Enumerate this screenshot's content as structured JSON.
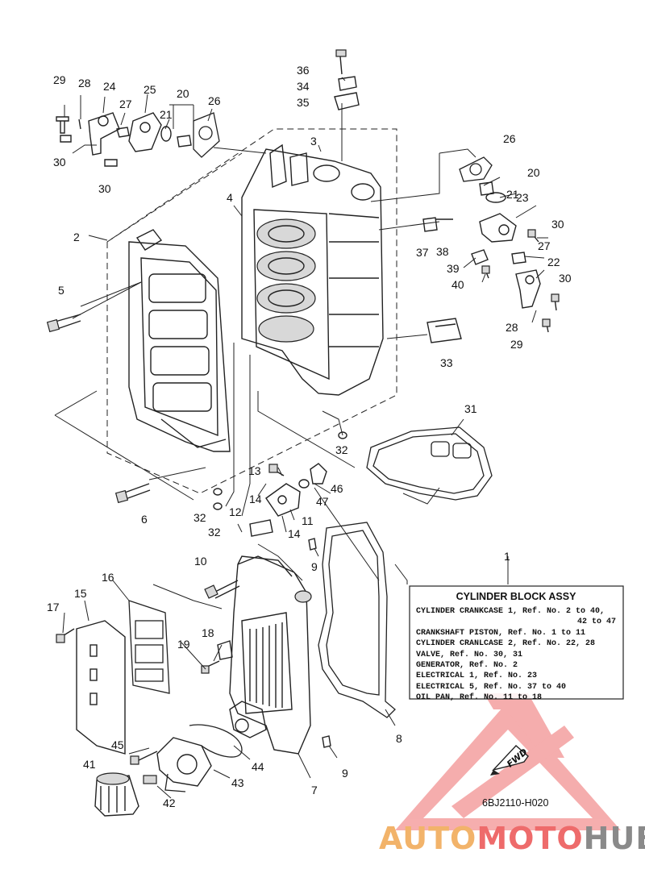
{
  "callouts": [
    {
      "n": "36"
    },
    {
      "n": "34"
    },
    {
      "n": "35"
    },
    {
      "n": "3"
    },
    {
      "n": "29"
    },
    {
      "n": "28"
    },
    {
      "n": "24"
    },
    {
      "n": "25"
    },
    {
      "n": "20"
    },
    {
      "n": "27"
    },
    {
      "n": "21"
    },
    {
      "n": "26"
    },
    {
      "n": "30"
    },
    {
      "n": "30"
    },
    {
      "n": "4"
    },
    {
      "n": "2"
    },
    {
      "n": "5"
    },
    {
      "n": "26"
    },
    {
      "n": "20"
    },
    {
      "n": "21"
    },
    {
      "n": "23"
    },
    {
      "n": "30"
    },
    {
      "n": "37"
    },
    {
      "n": "38"
    },
    {
      "n": "27"
    },
    {
      "n": "39"
    },
    {
      "n": "22"
    },
    {
      "n": "40"
    },
    {
      "n": "30"
    },
    {
      "n": "28"
    },
    {
      "n": "29"
    },
    {
      "n": "33"
    },
    {
      "n": "31"
    },
    {
      "n": "32"
    },
    {
      "n": "13"
    },
    {
      "n": "46"
    },
    {
      "n": "6"
    },
    {
      "n": "14"
    },
    {
      "n": "47"
    },
    {
      "n": "32"
    },
    {
      "n": "12"
    },
    {
      "n": "11"
    },
    {
      "n": "32"
    },
    {
      "n": "14"
    },
    {
      "n": "1"
    },
    {
      "n": "10"
    },
    {
      "n": "9"
    },
    {
      "n": "16"
    },
    {
      "n": "15"
    },
    {
      "n": "17"
    },
    {
      "n": "18"
    },
    {
      "n": "19"
    },
    {
      "n": "45"
    },
    {
      "n": "41"
    },
    {
      "n": "44"
    },
    {
      "n": "43"
    },
    {
      "n": "42"
    },
    {
      "n": "8"
    },
    {
      "n": "9"
    },
    {
      "n": "7"
    }
  ],
  "note": {
    "title": "CYLINDER BLOCK ASSY",
    "lines": [
      "CYLINDER CRANKCASE 1, Ref. No. 2 to 40,",
      "42 to 47",
      "CRANKSHAFT PISTON, Ref. No. 1 to 11",
      "CYLINDER CRANLCASE 2, Ref. No. 22, 28",
      "VALVE, Ref. No. 30, 31",
      "GENERATOR, Ref. No. 2",
      "ELECTRICAL 1, Ref. No. 23",
      "ELECTRICAL 5, Ref. No. 37 to 40",
      "OIL PAN, Ref. No. 11 to 18"
    ]
  },
  "fwd_label": "FWD",
  "diagram_code": "6BJ2110-H020",
  "watermark": {
    "part1": "AUTO",
    "part2": "MOTO",
    "part3": "HUB",
    "color_orange": "#f2b36a",
    "color_red": "#ee6b6b",
    "color_gray": "#8a8a8a"
  }
}
